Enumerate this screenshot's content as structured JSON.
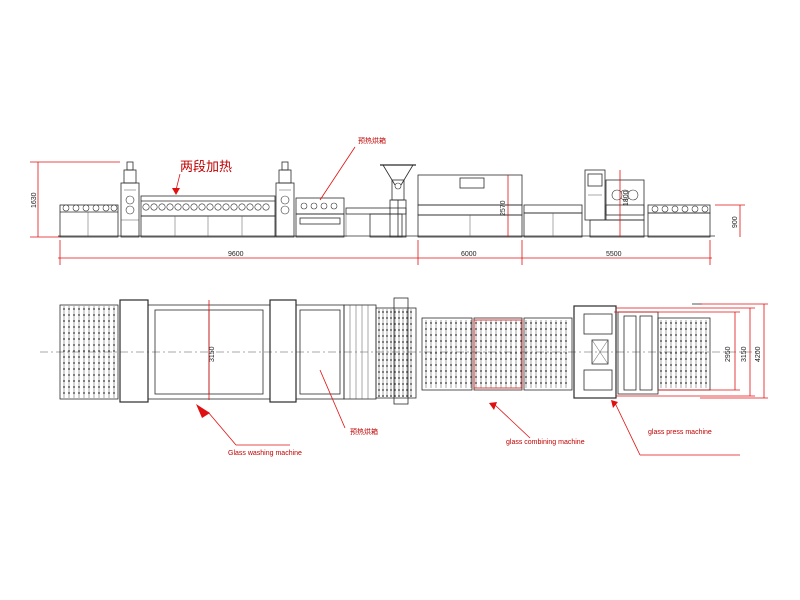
{
  "labels": {
    "two_stage_heating": "两段加热",
    "preheat_oven_top": "预热烘箱",
    "preheat_oven_bottom": "预热烘箱",
    "glass_washing_machine": "Glass washing machine",
    "glass_combining_machine": "glass combining machine",
    "glass_press_machine": "glass press machine"
  },
  "dimensions": {
    "height_left": "1630",
    "length_total_left": "9600",
    "length_middle": "6000",
    "length_right": "5500",
    "height_oven": "2570",
    "height_press": "1800",
    "height_right": "900",
    "width_washer": "3150",
    "width_press_a": "2950",
    "width_press_b": "3150",
    "width_press_c": "4200"
  },
  "colors": {
    "annotation": "#e01010",
    "line": "#2b2b2b"
  }
}
